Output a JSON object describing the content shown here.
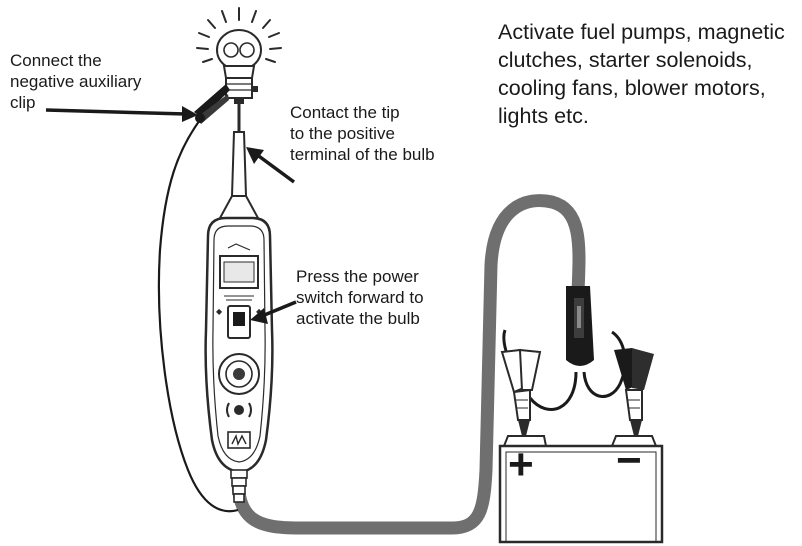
{
  "annotations": {
    "negative_clip": [
      "Connect the",
      "negative auxiliary",
      "clip"
    ],
    "contact_tip": [
      "Contact the tip",
      "to the positive",
      "terminal of the bulb"
    ],
    "power_switch": [
      "Press the power",
      "switch forward to",
      "activate the bulb"
    ],
    "applications": [
      "Activate fuel pumps, magnetic",
      "clutches, starter solenoids,",
      "cooling fans, blower motors,",
      "lights etc."
    ]
  },
  "battery": {
    "positive_symbol": "+",
    "negative_symbol": "−"
  },
  "colors": {
    "cable": "#6f6f6f",
    "ink": "#1a1a1a",
    "outline": "#2a2a2a"
  }
}
